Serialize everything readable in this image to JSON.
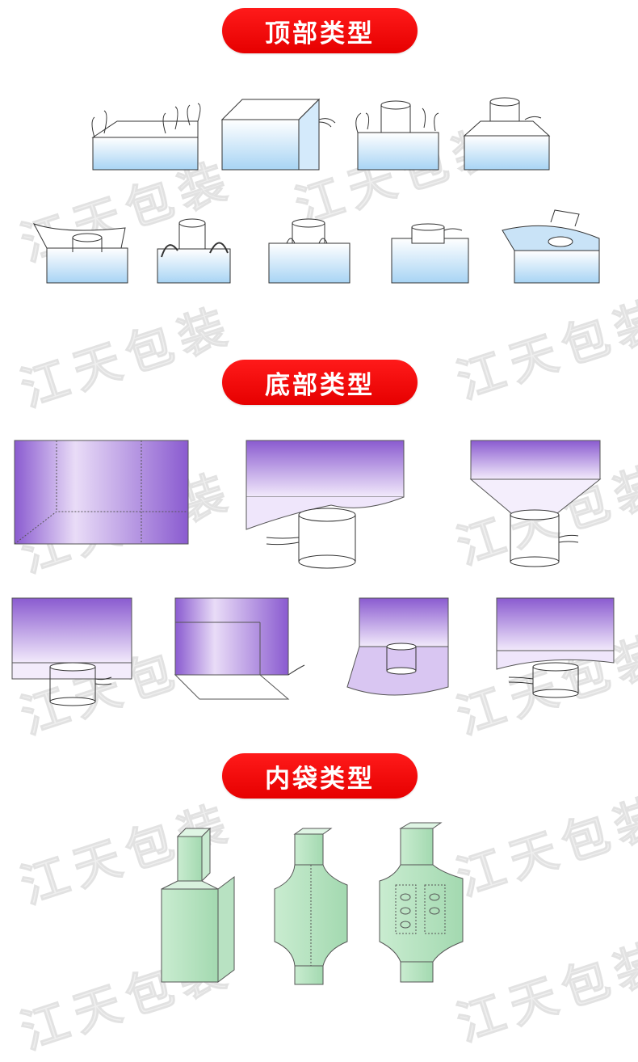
{
  "sections": {
    "top": {
      "title": "顶部类型"
    },
    "bottom": {
      "title": "底部类型"
    },
    "liner": {
      "title": "内袋类型"
    }
  },
  "watermark": {
    "text": "江天包装"
  },
  "colors": {
    "pill": "#ff0000",
    "bag_top_blue": "#a8d4f4",
    "bag_bottom_purple": "#8a5bd0",
    "liner_green": "#b9e3c2"
  },
  "figures": {
    "top_types": [
      "open-top-with-loops",
      "open-top-tied",
      "top-spout",
      "top-spout-with-flap",
      "skirt-top",
      "top-spout-cross-loops",
      "top-spout-inner-loops",
      "top-spout-with-tie",
      "duffle-top-open"
    ],
    "bottom_types": [
      "flat-bottom",
      "bottom-spout-with-skirt",
      "conical-bottom-spout",
      "bottom-spout",
      "flat-bottom-with-tie",
      "skirt-discharge",
      "bottom-spout-with-flap"
    ],
    "liner_types": [
      "form-fit-liner",
      "baffle-liner",
      "baffle-liner-with-holes"
    ]
  }
}
